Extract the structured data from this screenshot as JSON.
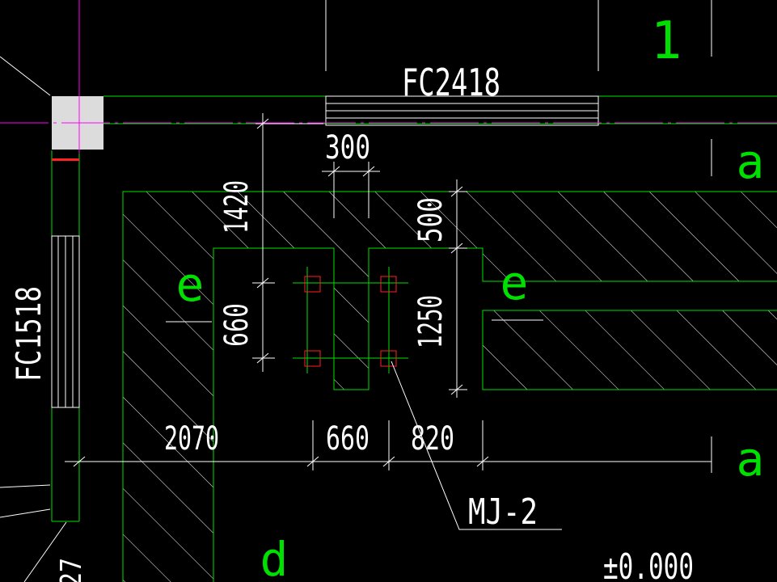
{
  "drawing": {
    "window_labels": {
      "top": "FC2418",
      "left": "FC1518"
    },
    "dimensions": {
      "d300": "300",
      "d1420": "1420",
      "d500": "500",
      "d660_vertical": "660",
      "d1250": "1250",
      "d2070": "2070",
      "d660_horizontal": "660",
      "d820": "820"
    },
    "axis_labels": {
      "top_right_number": "1",
      "a_upper": "a",
      "a_lower": "a",
      "e_left": "e",
      "e_right": "e",
      "d_bottom": "d"
    },
    "leader_label": "MJ-2",
    "elevation": "±0.000",
    "partial_left_bottom": "27",
    "colors": {
      "background": "#000000",
      "linework_white": "#ffffff",
      "linework_green": "#00e000",
      "grid_magenta": "#ff00ff",
      "anchor_red": "#ff2020",
      "column_gray": "#dcdcdc"
    }
  }
}
